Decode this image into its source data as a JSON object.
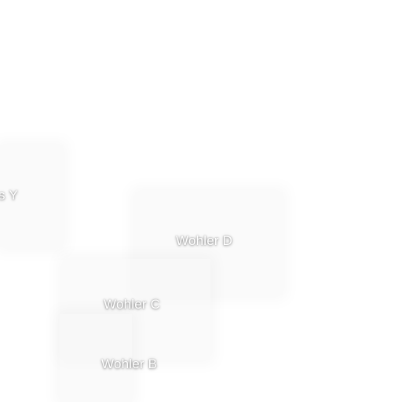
{
  "labels": {
    "partial_y": "s Y",
    "wohler_d": "Wohler D",
    "wohler_c": "Wohler C",
    "wohler_b": "Wohler B"
  }
}
